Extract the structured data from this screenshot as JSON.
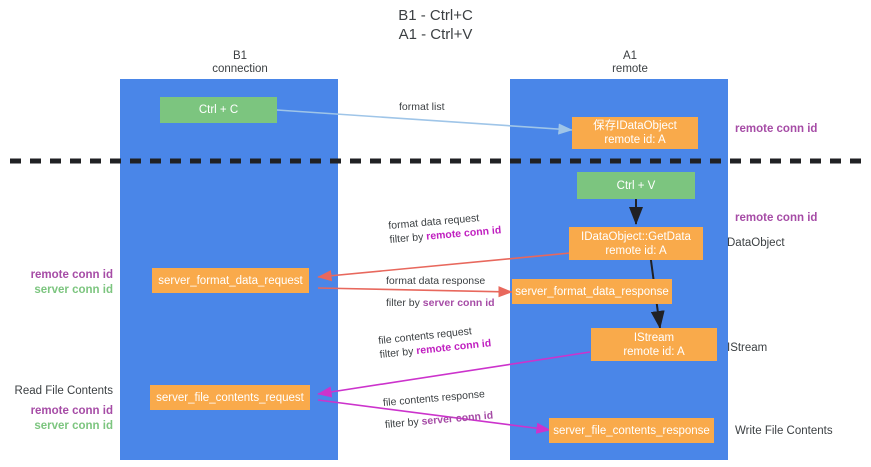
{
  "title": {
    "line1": "B1 - Ctrl+C",
    "line2": "A1 - Ctrl+V"
  },
  "columns": [
    {
      "id": "b1",
      "name": "B1",
      "role": "connection"
    },
    {
      "id": "a1",
      "name": "A1",
      "role": "remote"
    }
  ],
  "nodes": [
    {
      "id": "ctrl-c",
      "label": "Ctrl + C",
      "sub": "",
      "color": "#7cc57f"
    },
    {
      "id": "save-idataobject",
      "label": "保存IDataObject",
      "sub": "remote id: A",
      "color": "#f9aa4b"
    },
    {
      "id": "ctrl-v",
      "label": "Ctrl + V",
      "sub": "",
      "color": "#7cc57f"
    },
    {
      "id": "idataobject-getdata",
      "label": "IDataObject::GetData",
      "sub": "remote id: A",
      "color": "#f9aa4b"
    },
    {
      "id": "server-format-data-request",
      "label": "server_format_data_request",
      "sub": "",
      "color": "#f9aa4b"
    },
    {
      "id": "server-format-data-response",
      "label": "server_format_data_response",
      "sub": "",
      "color": "#f9aa4b"
    },
    {
      "id": "istream",
      "label": "IStream",
      "sub": "remote id: A",
      "color": "#f9aa4b"
    },
    {
      "id": "server-file-contents-request",
      "label": "server_file_contents_request",
      "sub": "",
      "color": "#f9aa4b"
    },
    {
      "id": "server-file-contents-response",
      "label": "server_file_contents_response",
      "sub": "",
      "color": "#f9aa4b"
    }
  ],
  "edge_labels": [
    {
      "id": "format-list",
      "line1": "format list",
      "line2": "",
      "line2_strong": ""
    },
    {
      "id": "format-data-request",
      "line1": "format data request",
      "line2": "filter by ",
      "line2_strong": "remote conn id"
    },
    {
      "id": "format-data-response",
      "line1": "format data response",
      "line2": "filter by ",
      "line2_strong": "server conn id"
    },
    {
      "id": "file-contents-request",
      "line1": "file contents request",
      "line2": "filter by ",
      "line2_strong": "remote conn id"
    },
    {
      "id": "file-contents-response",
      "line1": "file contents response",
      "line2": "filter by ",
      "line2_strong": "server conn id"
    }
  ],
  "annotations": {
    "right": [
      {
        "id": "remote-conn-id-top",
        "purple": "remote conn id",
        "plain": ""
      },
      {
        "id": "remote-conn-id-middle",
        "purple": "remote conn id",
        "plain": "DataObject"
      },
      {
        "id": "istream-note",
        "purple": "",
        "plain": "IStream"
      },
      {
        "id": "write-file-contents",
        "purple": "",
        "plain": "Write File Contents"
      }
    ],
    "left": [
      {
        "id": "conn-ids-format",
        "plain": "",
        "purple": "remote conn id",
        "green": "server conn id"
      },
      {
        "id": "read-file-contents",
        "plain": "Read File Contents",
        "purple": "remote conn id",
        "green": "server conn id"
      }
    ]
  },
  "colors": {
    "swimlane": "#4a86e8",
    "green_node": "#7cc57f",
    "orange_node": "#f9aa4b",
    "purple_text": "#a64ca6",
    "magenta_text": "#c020c0",
    "green_text": "#7cc57f",
    "red_arrow": "#e8685d",
    "blue_arrow": "#9fc5e8",
    "magenta_arrow": "#cc33cc",
    "dark_arrow": "#202124",
    "divider": "#202124"
  },
  "divider": {
    "id": "dashed-divider",
    "style": "dashed"
  }
}
